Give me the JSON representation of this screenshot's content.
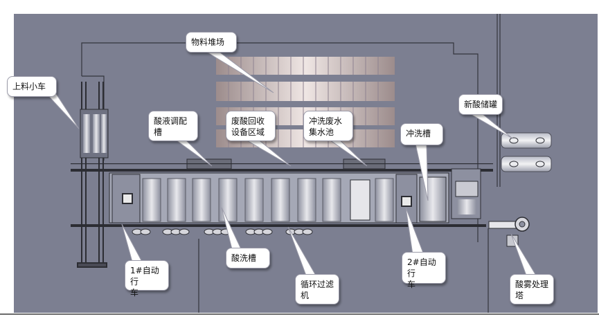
{
  "labels": {
    "material_yard": "物料堆场",
    "feed_cart": "上料小车",
    "acid_mixing_tank": "酸液调配\n槽",
    "waste_acid_recovery": "废酸回收\n设备区域",
    "rinse_wastewater_pool": "冲洗废水\n集水池",
    "rinse_tank": "冲洗槽",
    "new_acid_storage": "新酸储罐",
    "crane_1": "1#自动行\n车",
    "pickling_tank": "酸洗槽",
    "filter": "循环过滤\n机",
    "crane_2": "2#自动行\n车",
    "acid_mist_tower": "酸雾处理\n塔"
  },
  "colors": {
    "background": "#7c7f91",
    "rail": "#2c2d33",
    "callout_fill": "#ffffff"
  }
}
